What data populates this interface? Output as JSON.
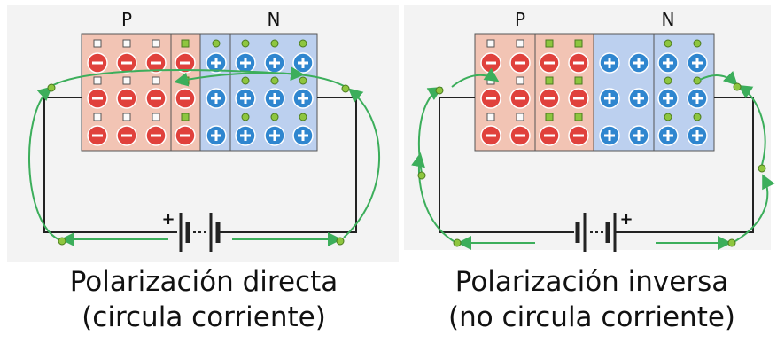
{
  "left": {
    "label_p": "P",
    "label_n": "N",
    "battery_sign": "+",
    "caption_line1": "Polarización directa",
    "caption_line2": "(circula corriente)"
  },
  "right": {
    "label_p": "P",
    "label_n": "N",
    "battery_sign": "+",
    "caption_line1": "Polarización inversa",
    "caption_line2": "(no circula corriente)"
  },
  "colors": {
    "p_region": "#f2c4b4",
    "n_region": "#bcd0ef",
    "acceptor_ion": "#e0413c",
    "donor_ion": "#2f86cf",
    "carrier": "#8ec63f",
    "wire": "#222222",
    "flow_arrow": "#3cae5b"
  }
}
